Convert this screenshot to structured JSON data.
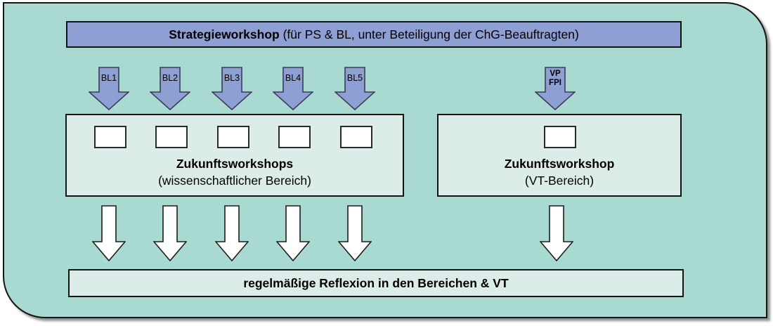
{
  "diagram": {
    "title_bar": {
      "bold": "Strategieworkshop",
      "rest": " (für PS & BL, unter Beteiligung der ChG-Beauftragten)"
    },
    "blue_arrows": [
      {
        "label": "BL1"
      },
      {
        "label": "BL2"
      },
      {
        "label": "BL3"
      },
      {
        "label": "BL4"
      },
      {
        "label": "BL5"
      }
    ],
    "vp_arrow": {
      "label": "VP\nFPI"
    },
    "left_box": {
      "title": "Zukunftsworkshops",
      "subtitle": "(wissenschaftlicher Bereich)",
      "mini_box_count": 5
    },
    "right_box": {
      "title": "Zukunftsworkshop",
      "subtitle": "(VT-Bereich)",
      "mini_box_count": 1
    },
    "bottom_bar": {
      "label": "regelmäßige Reflexion in den Bereichen & VT"
    },
    "colors": {
      "background": "#a9dad1",
      "panel": "#dcede9",
      "accent_blue": "#8e9fd3",
      "border": "#141414"
    }
  }
}
